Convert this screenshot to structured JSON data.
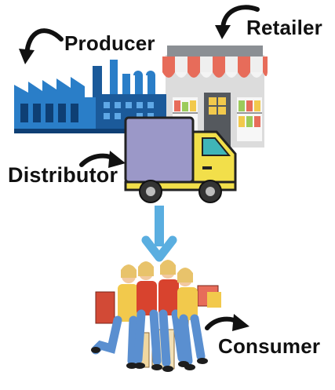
{
  "labels": {
    "producer": "Producer",
    "retailer": "Retailer",
    "distributor": "Distributor",
    "consumer": "Consumer"
  },
  "icons": {
    "producer": "factory-icon",
    "retailer": "storefront-icon",
    "distributor": "delivery-truck-icon",
    "consumer": "shoppers-icon",
    "flow": "arrow-down-icon"
  },
  "colors": {
    "factory_blue": "#2a7ec8",
    "factory_dark": "#1b5a9a",
    "store_wall": "#dcdcdc",
    "awning_red": "#e76c5a",
    "truck_cab": "#f2df4a",
    "truck_box": "#9b98c8",
    "flow_arrow": "#5aaee0",
    "text": "#111111"
  }
}
